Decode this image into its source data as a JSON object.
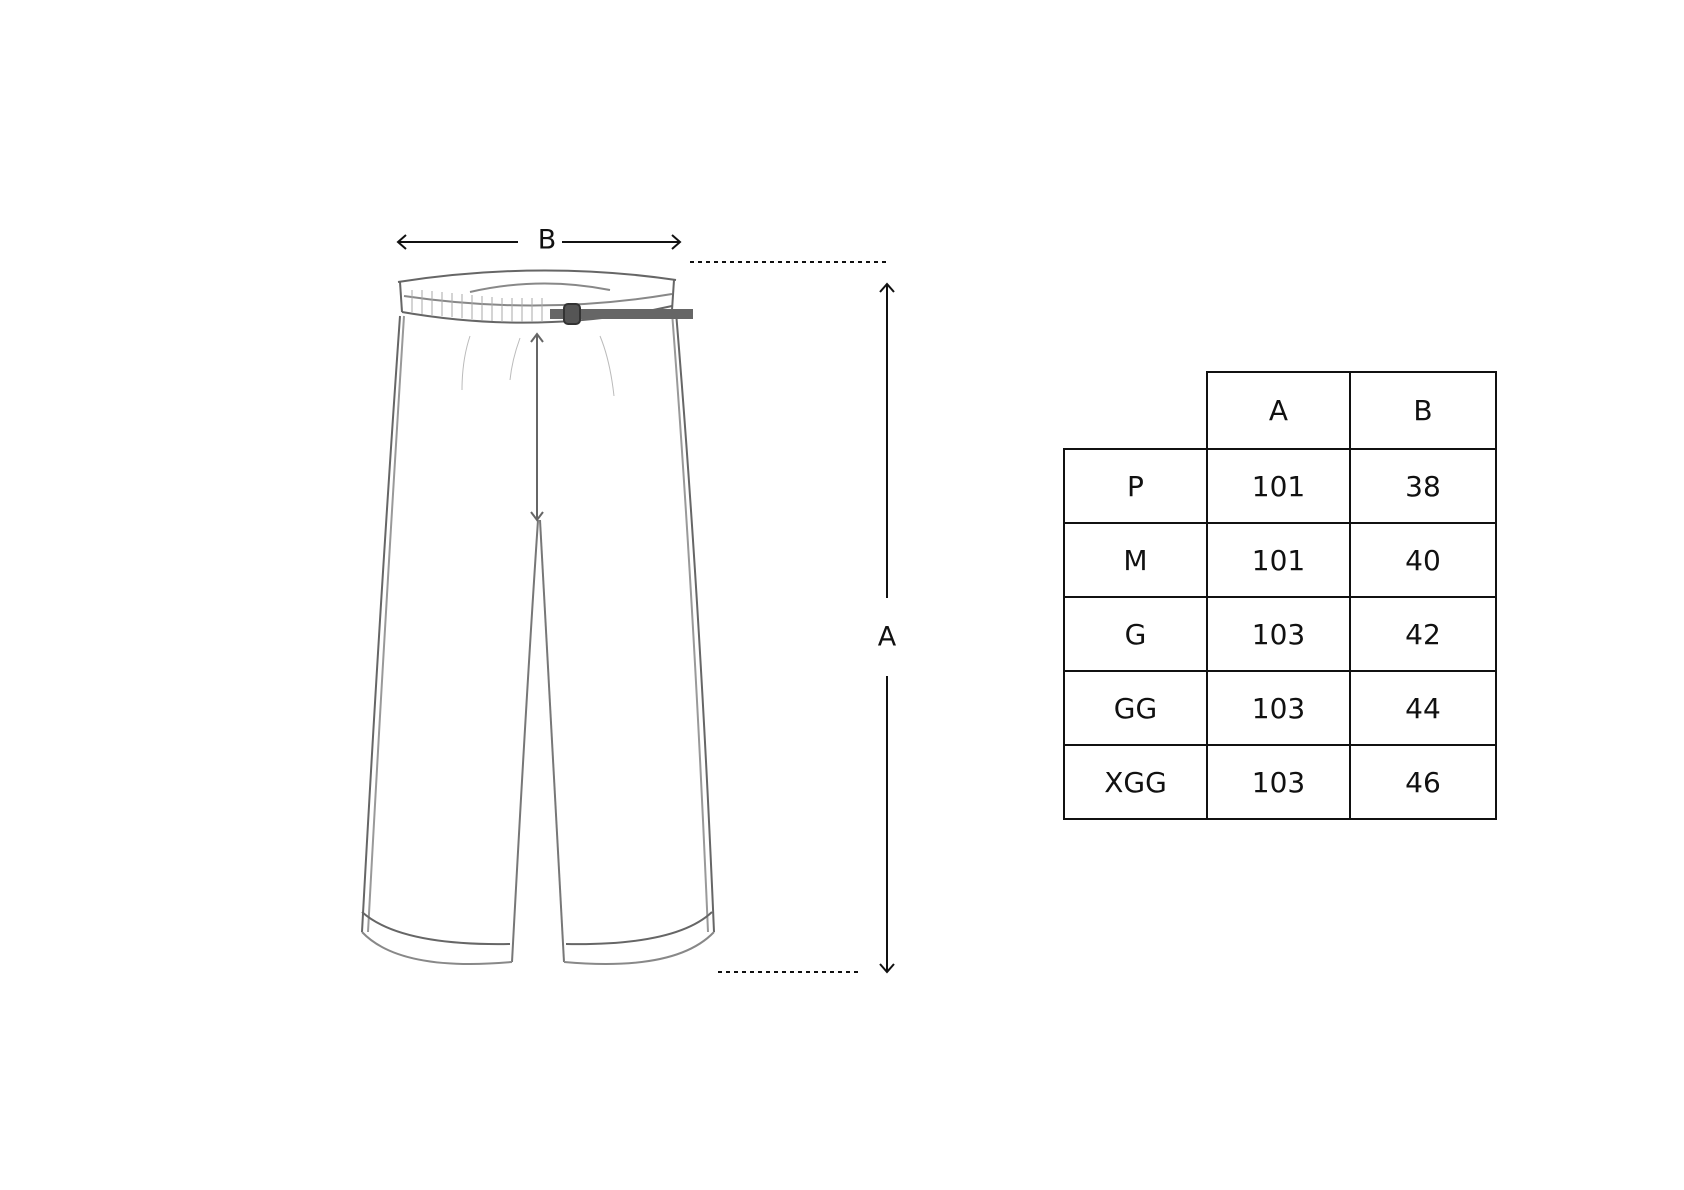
{
  "diagram": {
    "type": "pants size guide",
    "labels": {
      "width": "B",
      "length": "A"
    },
    "measurements": [
      {
        "label": "B",
        "description": "waist width, horizontal arrow across waistband"
      },
      {
        "label": "A",
        "description": "total length, vertical arrow from waistband to hem"
      }
    ]
  },
  "table": {
    "columns": [
      "",
      "A",
      "B"
    ],
    "rows": [
      {
        "size": "P",
        "A": "101",
        "B": "38"
      },
      {
        "size": "M",
        "A": "101",
        "B": "40"
      },
      {
        "size": "G",
        "A": "103",
        "B": "42"
      },
      {
        "size": "GG",
        "A": "103",
        "B": "44"
      },
      {
        "size": "XGG",
        "A": "103",
        "B": "46"
      }
    ]
  },
  "chart_data": {
    "type": "table",
    "title": "",
    "categories": [
      "P",
      "M",
      "G",
      "GG",
      "XGG"
    ],
    "series": [
      {
        "name": "A",
        "values": [
          101,
          101,
          103,
          103,
          103
        ]
      },
      {
        "name": "B",
        "values": [
          38,
          40,
          42,
          44,
          46
        ]
      }
    ]
  }
}
